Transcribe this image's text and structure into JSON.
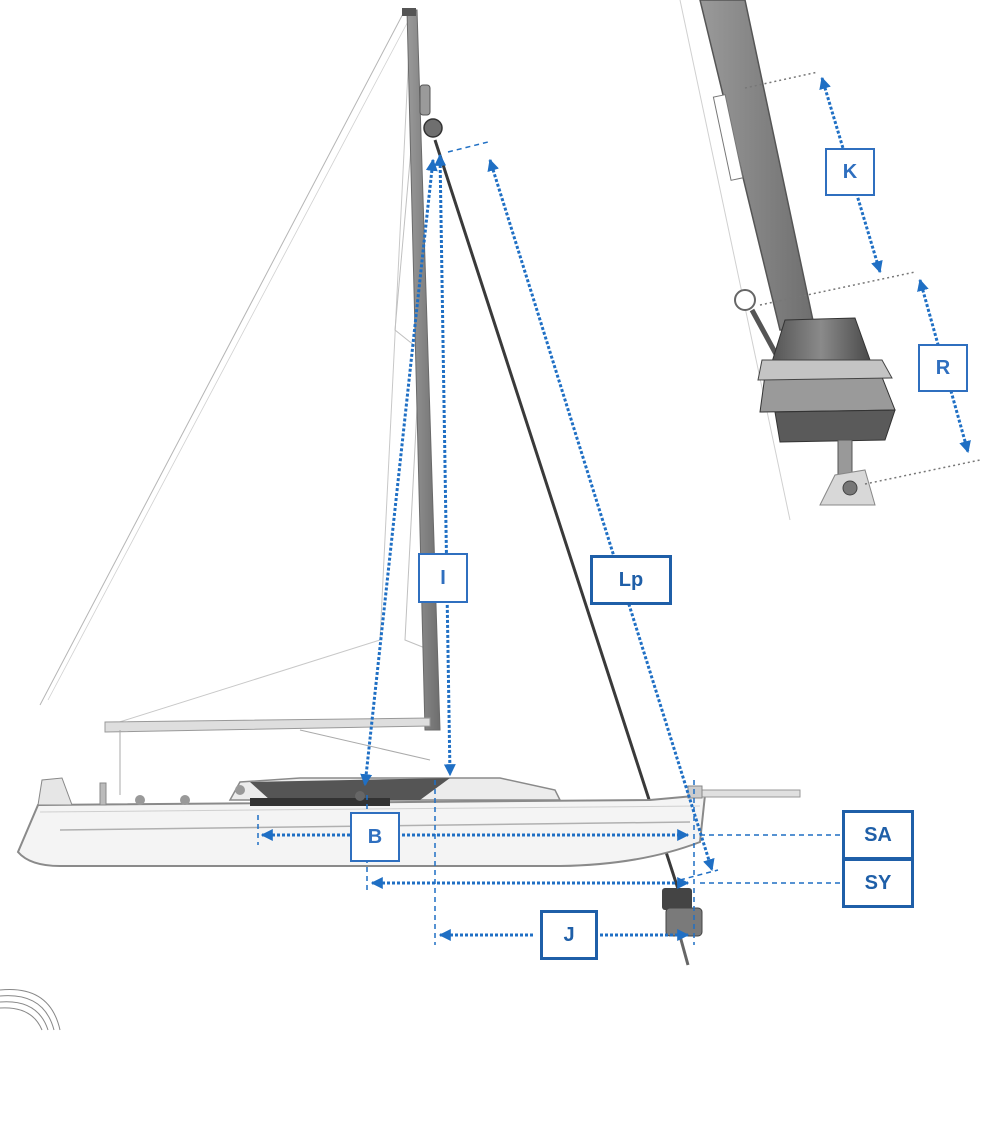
{
  "labels": {
    "I": "I",
    "Lp": "Lp",
    "B": "B",
    "J": "J",
    "SA": "SA",
    "SY": "SY",
    "K": "K",
    "R": "R"
  },
  "colors": {
    "measure_blue": "#1f6fc4",
    "label_blue": "#2f6fbf",
    "hull_gray": "#8a8a8a",
    "inset_gray": "#7a7a7a"
  }
}
